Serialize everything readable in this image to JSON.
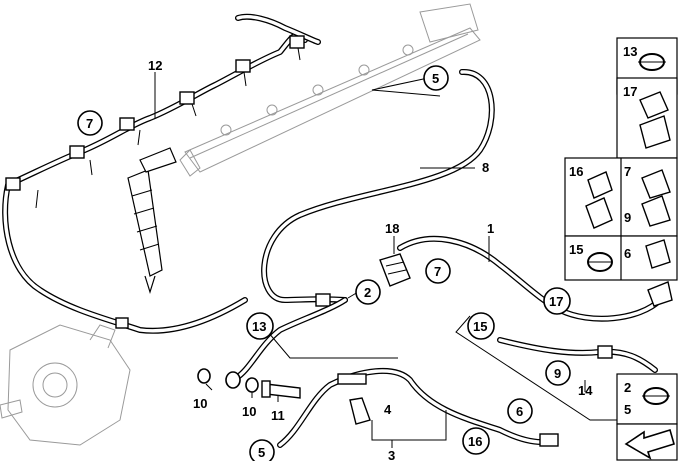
{
  "callouts": {
    "c1": "1",
    "c2": "2",
    "c3": "3",
    "c4": "4",
    "c5a": "5",
    "c5b": "5",
    "c6": "6",
    "c7a": "7",
    "c7b": "7",
    "c8": "8",
    "c9": "9",
    "c10a": "10",
    "c10b": "10",
    "c11": "11",
    "c12": "12",
    "c13": "13",
    "c14": "14",
    "c15": "15",
    "c16": "16",
    "c17": "17",
    "c18": "18"
  },
  "side_panel": {
    "p13": "13",
    "p17": "17",
    "p16": "16",
    "p7": "7",
    "p9": "9",
    "p15": "15",
    "p6": "6",
    "p2": "2",
    "p5": "5"
  },
  "icons": [
    "hose-clamp-icon",
    "clip-icon",
    "navigation-arrow-icon"
  ]
}
